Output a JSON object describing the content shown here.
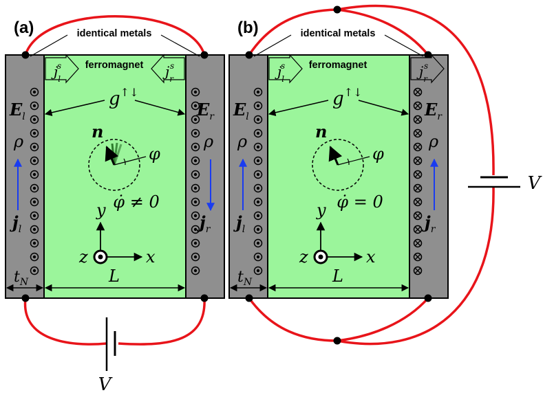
{
  "panels": [
    {
      "id": "a",
      "panel_label": "(a)",
      "header_label": "identical metals",
      "region_label": "ferromagnet",
      "spin_current_left": "j",
      "spin_current_left_sup": "s",
      "spin_current_left_sub": "l",
      "spin_current_right": "j",
      "spin_current_right_sup": "s",
      "spin_current_right_sub": "r",
      "mixing_conductance": "g",
      "mixing_conductance_sup": "↑↓",
      "field_left": "E",
      "field_left_sub": "l",
      "field_right": "E",
      "field_right_sub": "r",
      "resistivity_left": "ρ",
      "resistivity_right": "ρ",
      "current_left": "j",
      "current_left_sub": "l",
      "current_right": "j",
      "current_right_sub": "r",
      "magnetization": "n",
      "angle": "φ",
      "precession_condition": "φ̇ ≠ 0",
      "axis_x": "x",
      "axis_y": "y",
      "axis_z": "z",
      "thickness_label": "t",
      "thickness_sub": "N",
      "length_label": "L",
      "voltage_label": "V",
      "left_marks": "dot",
      "right_marks": "dot",
      "right_arrow_dir": "down"
    },
    {
      "id": "b",
      "panel_label": "(b)",
      "header_label": "identical metals",
      "region_label": "ferromagnet",
      "spin_current_left": "j",
      "spin_current_left_sup": "s",
      "spin_current_left_sub": "l",
      "spin_current_right": "j",
      "spin_current_right_sup": "s",
      "spin_current_right_sub": "r",
      "mixing_conductance": "g",
      "mixing_conductance_sup": "↑↓",
      "field_left": "E",
      "field_left_sub": "l",
      "field_right": "E",
      "field_right_sub": "r",
      "resistivity_left": "ρ",
      "resistivity_right": "ρ",
      "current_left": "j",
      "current_left_sub": "l",
      "current_right": "j",
      "current_right_sub": "r",
      "magnetization": "n",
      "angle": "φ",
      "precession_condition": "φ̇ = 0",
      "axis_x": "x",
      "axis_y": "y",
      "axis_z": "z",
      "thickness_label": "t",
      "thickness_sub": "N",
      "length_label": "L",
      "voltage_label": "V",
      "left_marks": "dot",
      "right_marks": "cross",
      "right_arrow_dir": "up"
    }
  ],
  "colors": {
    "metal": "#8f8f8f",
    "ferromagnet": "#9bf59b",
    "wire": "#e8141a",
    "current_arrow": "#1a3cf0"
  }
}
